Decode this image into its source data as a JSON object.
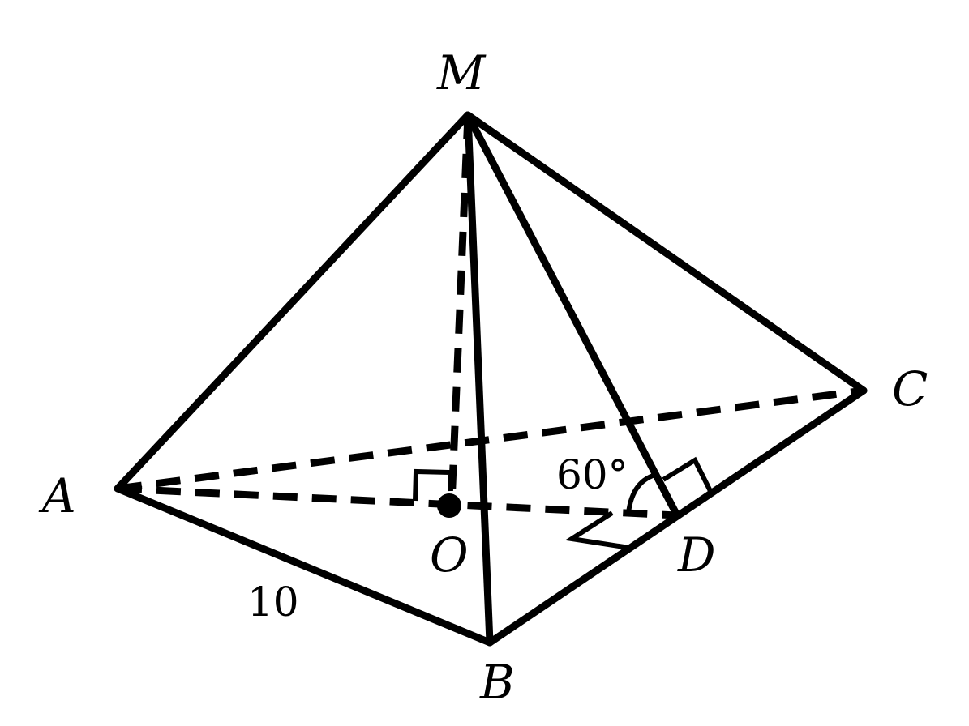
{
  "vertices": {
    "M": "M",
    "A": "A",
    "B": "B",
    "C": "C",
    "D": "D",
    "O": "O"
  },
  "measurements": {
    "side": "10",
    "angle": "60°"
  }
}
